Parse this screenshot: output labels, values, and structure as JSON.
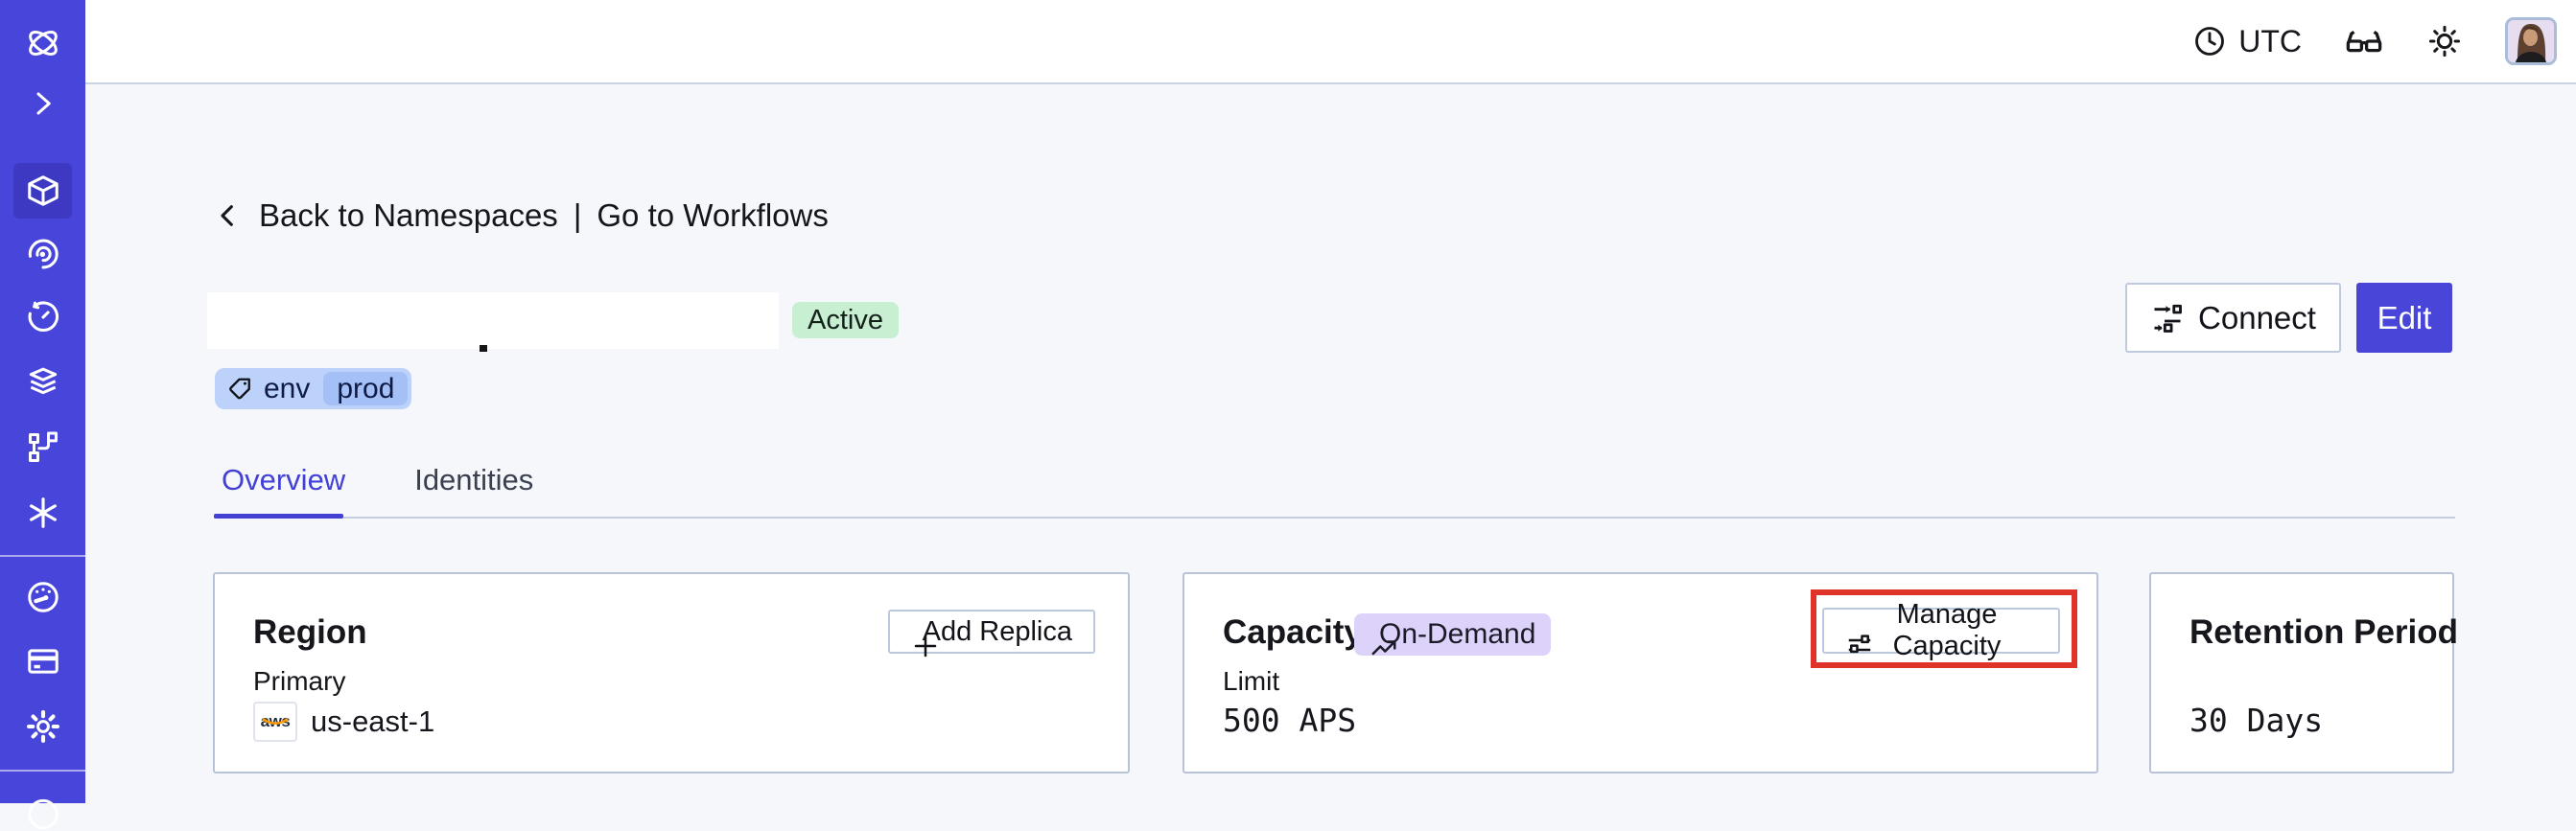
{
  "header": {
    "timezone": "UTC"
  },
  "breadcrumb": {
    "back_label": "Back to Namespaces",
    "separator": "|",
    "workflows_label": "Go to Workflows"
  },
  "namespace": {
    "status": "Active",
    "tag": {
      "key": "env",
      "value": "prod"
    }
  },
  "actions": {
    "connect_label": "Connect",
    "edit_label": "Edit"
  },
  "tabs": [
    {
      "label": "Overview",
      "active": true
    },
    {
      "label": "Identities",
      "active": false
    }
  ],
  "cards": {
    "region": {
      "title": "Region",
      "button_label": "Add Replica",
      "label": "Primary",
      "provider": "aws",
      "value": "us-east-1"
    },
    "capacity": {
      "title": "Capacity",
      "badge": "On-Demand",
      "button_label": "Manage Capacity",
      "label": "Limit",
      "value": "500 APS"
    },
    "retention": {
      "title": "Retention Period",
      "value": "30 Days"
    }
  },
  "sidebar_icons": [
    "temporal-logo",
    "expand-chevron",
    "namespaces-cube",
    "nexus",
    "schedules-clock",
    "deployments-layers",
    "batch-branch",
    "ai-asterisk",
    "usage-gauge",
    "billing-card",
    "settings-gear"
  ],
  "colors": {
    "sidebar": "#4845db",
    "sidebar_active": "#3d39c2",
    "primary_button": "#4845d8",
    "tab_accent": "#4340d4",
    "status_badge_bg": "#c8efd2",
    "ondemand_badge_bg": "#ddd2f9",
    "tag_pill_bg": "#bdd2fb",
    "tag_chip_bg": "#a5bff7",
    "annotation_red": "#e0342b",
    "aws_orange": "#ff9900"
  }
}
